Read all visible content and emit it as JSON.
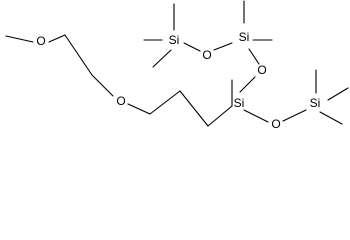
{
  "molecule": {
    "atoms": {
      "o1": "O",
      "o2": "O",
      "si1": "Si",
      "si2": "Si",
      "o3": "O",
      "o4": "O",
      "si3": "Si",
      "si4": "Si"
    }
  },
  "colors": {
    "bond": "#000000",
    "label": "#000000",
    "background": "#ffffff"
  }
}
